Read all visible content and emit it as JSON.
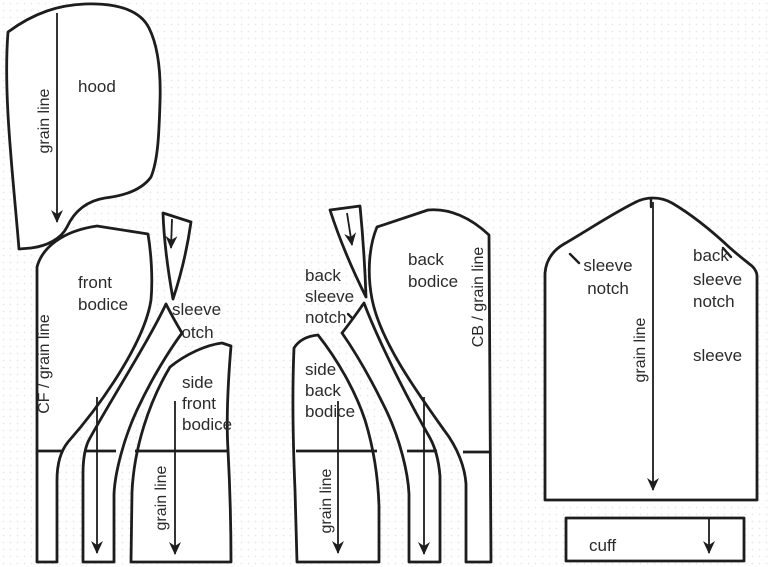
{
  "diagram": {
    "type": "sewing pattern layout",
    "colors": {
      "outline": "#1d1d1d",
      "label": "#2b2b2b",
      "background": "#ffffff"
    },
    "labels": {
      "grain_line": "grain line",
      "hood": "hood",
      "cf_grain_line": "CF / grain line",
      "cb_grain_line": "CB / grain line",
      "front_bodice": [
        "front",
        "bodice"
      ],
      "sleeve_notch": [
        "sleeve",
        "notch"
      ],
      "side_front_bodice": [
        "side",
        "front",
        "bodice"
      ],
      "back_sleeve_notch": [
        "back",
        "sleeve",
        "notch"
      ],
      "back_bodice": [
        "back",
        "bodice"
      ],
      "side_back_bodice": [
        "side",
        "back",
        "bodice"
      ],
      "sleeve": "sleeve",
      "cuff": "cuff"
    }
  }
}
